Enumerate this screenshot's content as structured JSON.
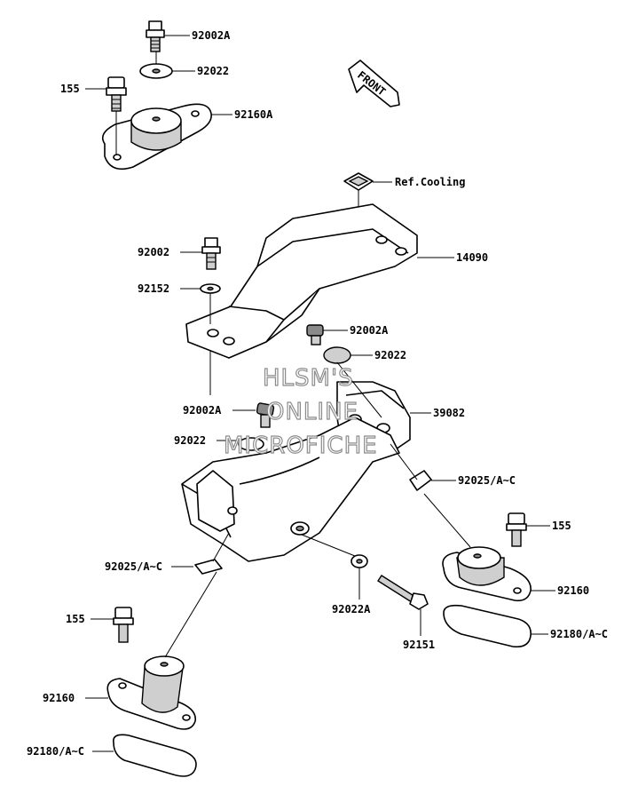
{
  "labels": {
    "l_92002A_top": "92002A",
    "l_92022_top": "92022",
    "l_155_top": "155",
    "l_92160A": "92160A",
    "l_refcooling": "Ref.Cooling",
    "l_92002": "92002",
    "l_14090": "14090",
    "l_92152": "92152",
    "l_92002A_mid": "92002A",
    "l_92022_mid": "92022",
    "l_39082": "39082",
    "l_92002A_left": "92002A",
    "l_92022_left": "92022",
    "l_92025_right": "92025/A~C",
    "l_155_right": "155",
    "l_92025_left": "92025/A~C",
    "l_92160_right": "92160",
    "l_92022A": "92022A",
    "l_155_left": "155",
    "l_92151": "92151",
    "l_92180_right": "92180/A~C",
    "l_92160_left": "92160",
    "l_92180_left": "92180/A~C"
  },
  "front_arrow": {
    "text": "FRONT"
  },
  "watermark": {
    "line1": "HLSM'S",
    "line2": "ONLINE",
    "line3": "MICROFICHE"
  }
}
